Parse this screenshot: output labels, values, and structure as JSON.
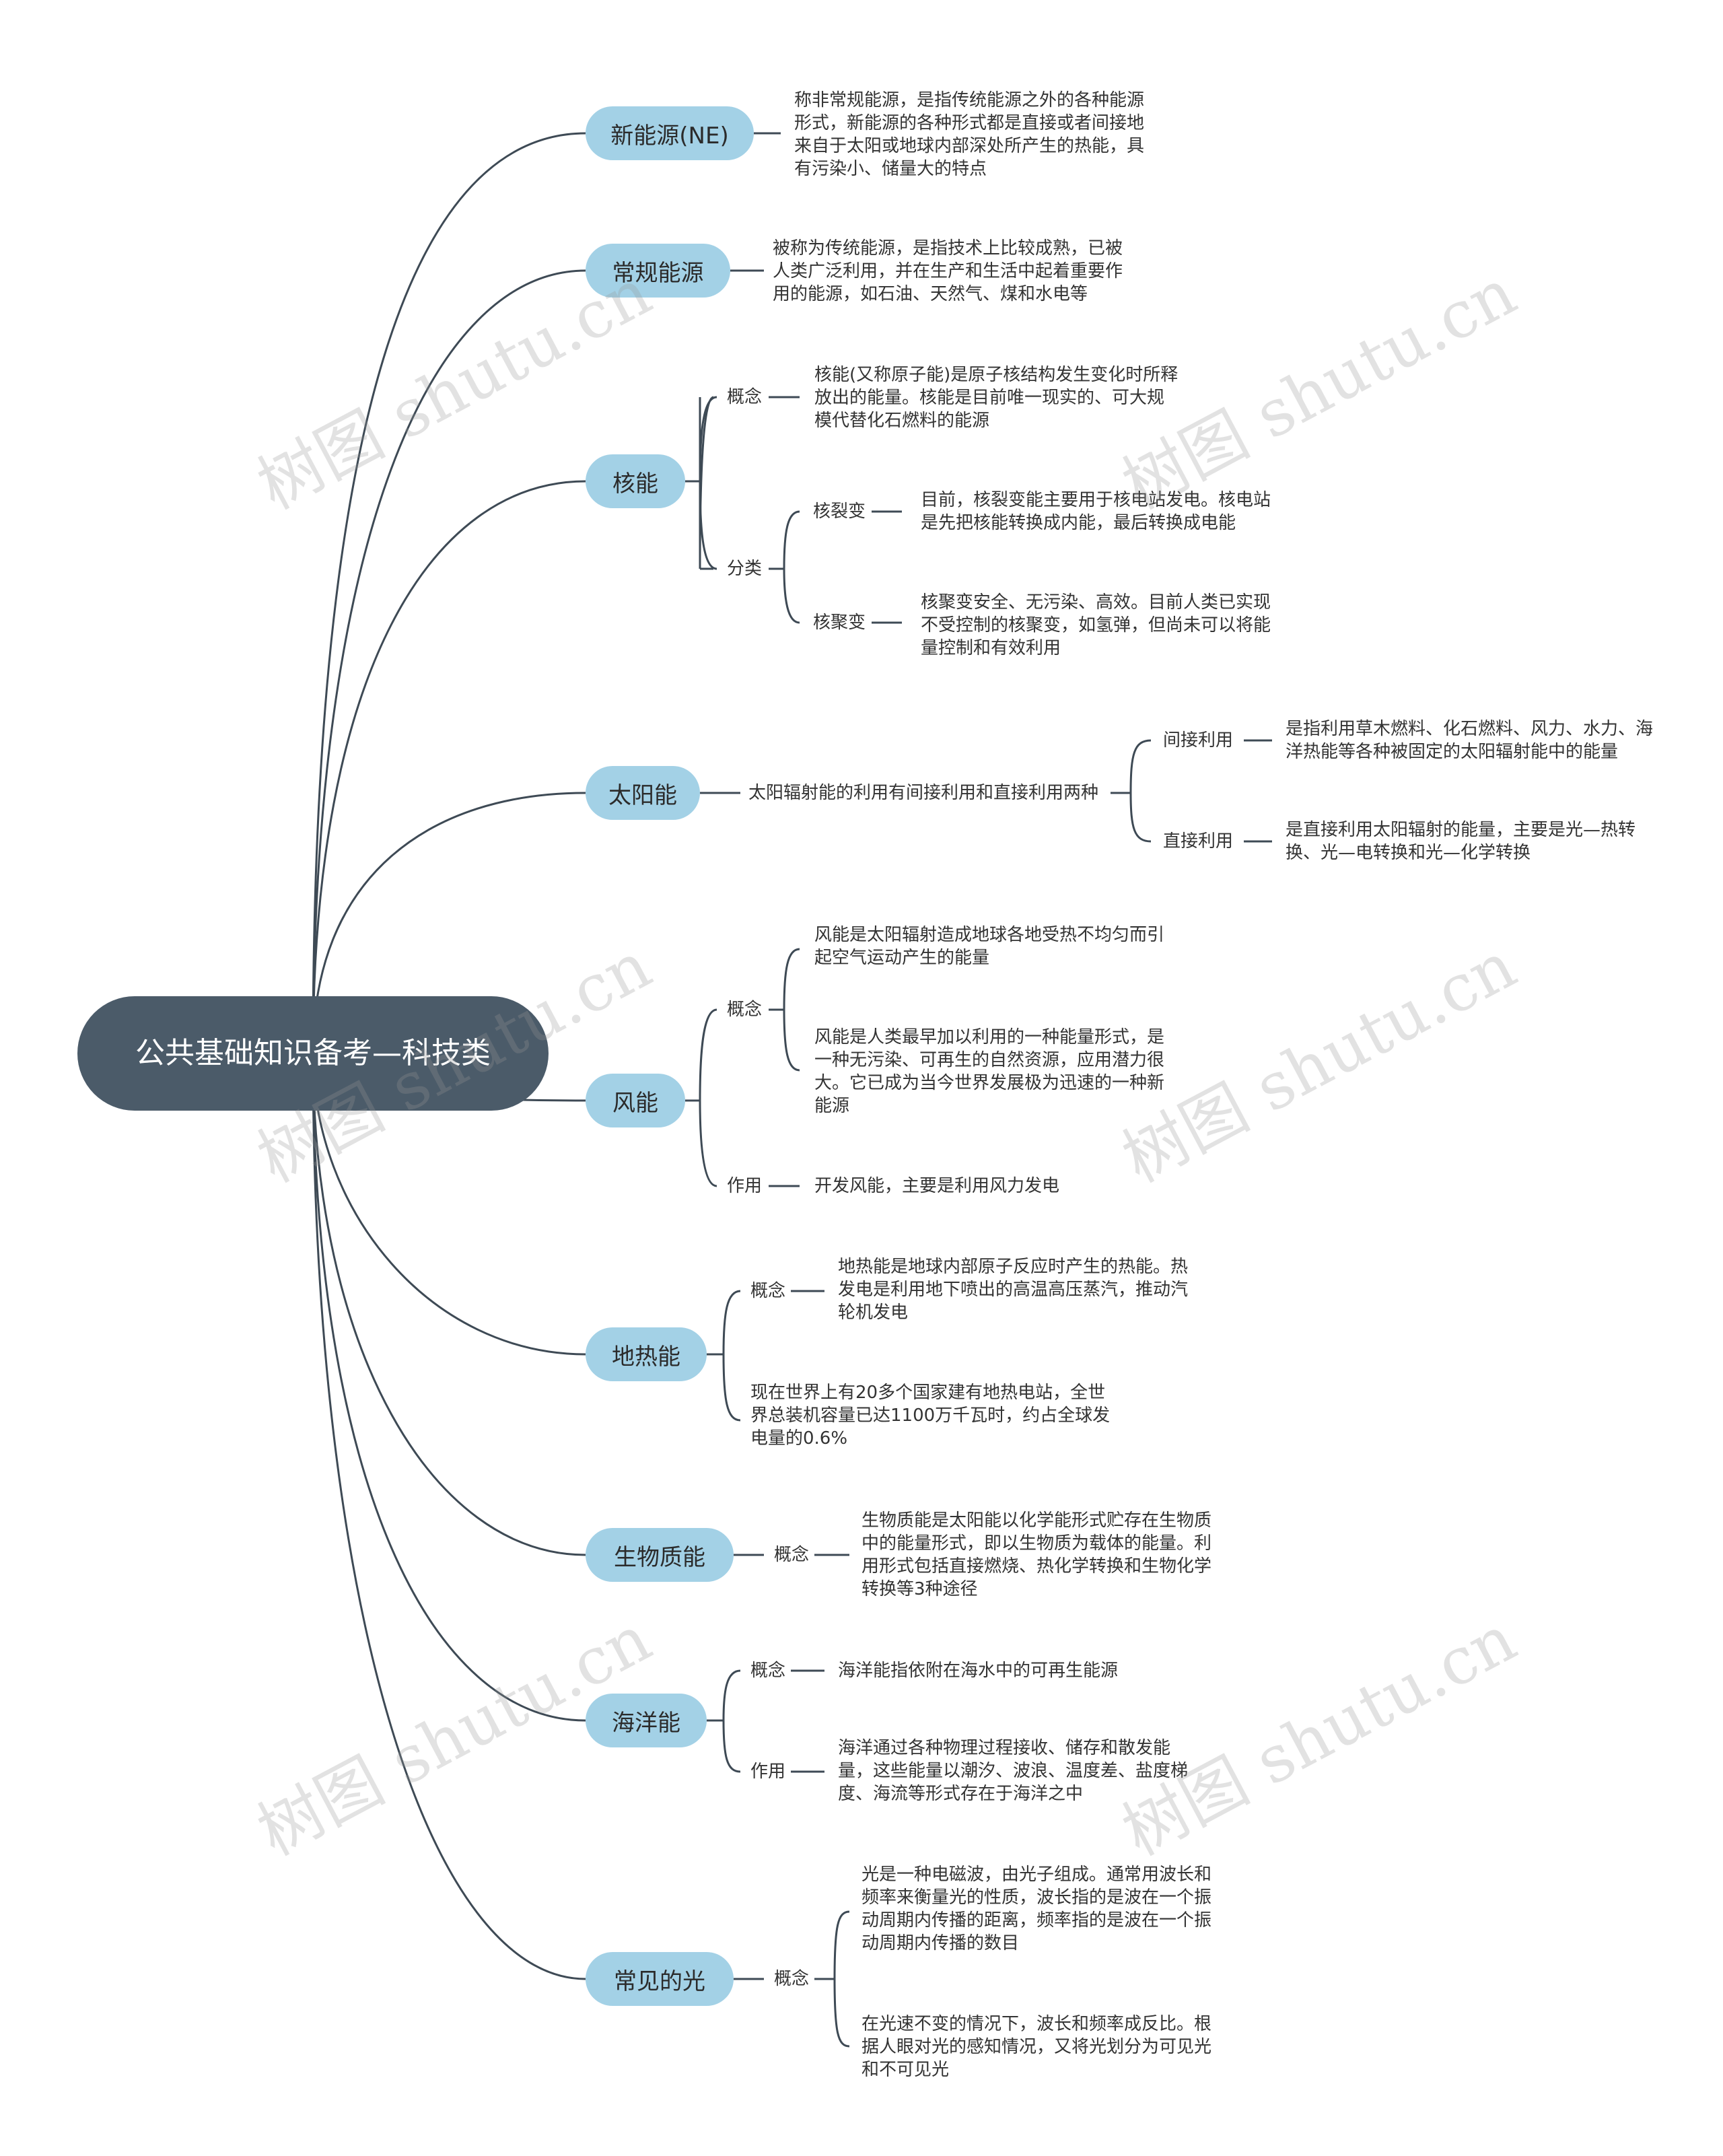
{
  "root": {
    "title": "公共基础知识备考—科技类"
  },
  "watermark": "树图 shutu.cn",
  "branches": {
    "xinnengyuan": {
      "title": "新能源(NE)",
      "text": "称非常规能源，是指传统能源之外的各种能源形式，新能源的各种形式都是直接或者间接地来自于太阳或地球内部深处所产生的热能，具有污染小、储量大的特点"
    },
    "changgui": {
      "title": "常规能源",
      "text": "被称为传统能源，是指技术上比较成熟，已被人类广泛利用，并在生产和生活中起着重要作用的能源，如石油、天然气、煤和水电等"
    },
    "heneng": {
      "title": "核能",
      "concept_label": "概念",
      "concept_text": "核能(又称原子能)是原子核结构发生变化时所释放出的能量。核能是目前唯一现实的、可大规模代替化石燃料的能源",
      "class_label": "分类",
      "fission_label": "核裂变",
      "fission_text": "目前，核裂变能主要用于核电站发电。核电站是先把核能转换成内能，最后转换成电能",
      "fusion_label": "核聚变",
      "fusion_text": "核聚变安全、无污染、高效。目前人类已实现不受控制的核聚变，如氢弹，但尚未可以将能量控制和有效利用"
    },
    "taiyang": {
      "title": "太阳能",
      "text": "太阳辐射能的利用有间接利用和直接利用两种",
      "indirect_label": "间接利用",
      "indirect_text": "是指利用草木燃料、化石燃料、风力、水力、海洋热能等各种被固定的太阳辐射能中的能量",
      "direct_label": "直接利用",
      "direct_text": "是直接利用太阳辐射的能量，主要是光—热转换、光—电转换和光—化学转换"
    },
    "fengneng": {
      "title": "风能",
      "concept_label": "概念",
      "concept_text1": "风能是太阳辐射造成地球各地受热不均匀而引起空气运动产生的能量",
      "concept_text2": "风能是人类最早加以利用的一种能量形式，是一种无污染、可再生的自然资源，应用潜力很大。它已成为当今世界发展极为迅速的一种新能源",
      "use_label": "作用",
      "use_text": "开发风能，主要是利用风力发电"
    },
    "dire": {
      "title": "地热能",
      "concept_label": "概念",
      "concept_text": "地热能是地球内部原子反应时产生的热能。热发电是利用地下喷出的高温高压蒸汽，推动汽轮机发电",
      "text2": "现在世界上有20多个国家建有地热电站，全世界总装机容量已达1100万千瓦时，约占全球发电量的0.6%"
    },
    "shengwu": {
      "title": "生物质能",
      "concept_label": "概念",
      "concept_text": "生物质能是太阳能以化学能形式贮存在生物质中的能量形式，即以生物质为载体的能量。利用形式包括直接燃烧、热化学转换和生物化学转换等3种途径"
    },
    "haiyang": {
      "title": "海洋能",
      "concept_label": "概念",
      "concept_text": "海洋能指依附在海水中的可再生能源",
      "use_label": "作用",
      "use_text": "海洋通过各种物理过程接收、储存和散发能量，这些能量以潮汐、波浪、温度差、盐度梯度、海流等形式存在于海洋之中"
    },
    "guang": {
      "title": "常见的光",
      "concept_label": "概念",
      "concept_text1": "光是一种电磁波，由光子组成。通常用波长和频率来衡量光的性质，波长指的是波在一个振动周期内传播的距离，频率指的是波在一个振动周期内传播的数目",
      "concept_text2": "在光速不变的情况下，波长和频率成反比。根据人眼对光的感知情况，又将光划分为可见光和不可见光"
    }
  },
  "colors": {
    "root": "#4b5b69",
    "branch": "#a3d1e6",
    "line": "#3e4a55"
  }
}
